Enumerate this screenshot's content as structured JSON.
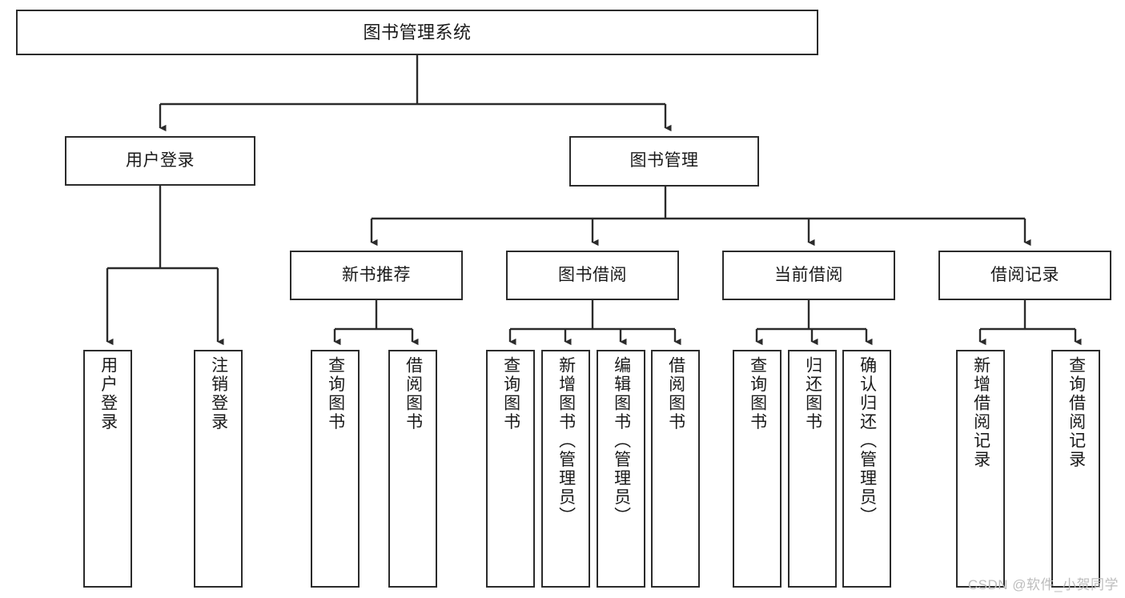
{
  "diagram": {
    "title": "图书管理系统",
    "type": "tree",
    "watermark": "CSDN @软件_小贺同学",
    "colors": {
      "box_border": "#2b2b2b",
      "box_fill": "#ffffff",
      "edge": "#2b2b2b",
      "text": "#1a1a1a",
      "watermark": "#bdbdbd",
      "background": "#ffffff"
    },
    "nodes": {
      "root": {
        "label": "图书管理系统"
      },
      "level2": [
        {
          "id": "user-login",
          "label": "用户登录"
        },
        {
          "id": "book-manage",
          "label": "图书管理"
        }
      ],
      "level3": [
        {
          "id": "new-book-recommend",
          "label": "新书推荐"
        },
        {
          "id": "book-borrow",
          "label": "图书借阅"
        },
        {
          "id": "current-borrow",
          "label": "当前借阅"
        },
        {
          "id": "borrow-record",
          "label": "借阅记录"
        }
      ],
      "leaves": {
        "user-login": [
          {
            "id": "leaf-user-login",
            "label": "用户登录"
          },
          {
            "id": "leaf-user-logout",
            "label": "注销登录"
          }
        ],
        "new-book-recommend": [
          {
            "id": "leaf-query-book-1",
            "label": "查询图书"
          },
          {
            "id": "leaf-borrow-book-1",
            "label": "借阅图书"
          }
        ],
        "book-borrow": [
          {
            "id": "leaf-query-book-2",
            "label": "查询图书"
          },
          {
            "id": "leaf-add-book",
            "label": "新增图书（管理员）"
          },
          {
            "id": "leaf-edit-book",
            "label": "编辑图书（管理员）"
          },
          {
            "id": "leaf-borrow-book-2",
            "label": "借阅图书"
          }
        ],
        "current-borrow": [
          {
            "id": "leaf-query-book-3",
            "label": "查询图书"
          },
          {
            "id": "leaf-return-book",
            "label": "归还图书"
          },
          {
            "id": "leaf-confirm-return",
            "label": "确认归还（管理员）"
          }
        ],
        "borrow-record": [
          {
            "id": "leaf-add-record",
            "label": "新增借阅记录"
          },
          {
            "id": "leaf-query-record",
            "label": "查询借阅记录"
          }
        ]
      }
    }
  }
}
